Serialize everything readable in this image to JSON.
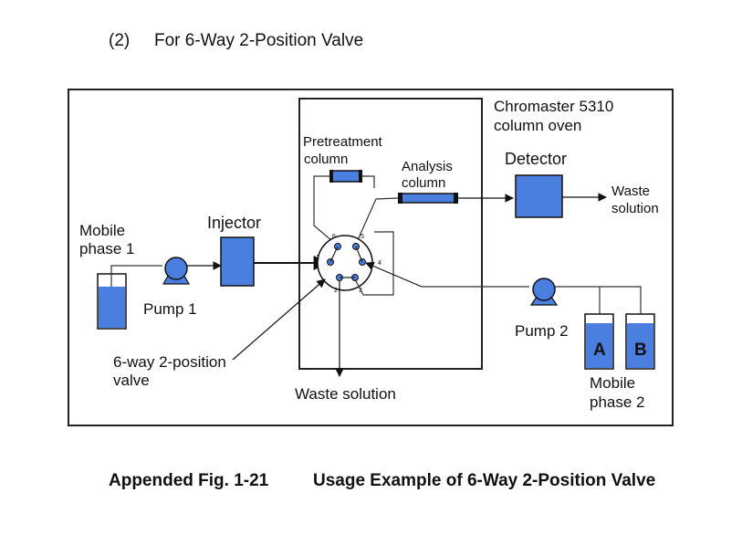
{
  "heading": {
    "number": "(2)",
    "title": "For 6-Way 2-Position Valve"
  },
  "labels": {
    "oven": [
      "Chromaster 5310",
      "column oven"
    ],
    "pretreatment": [
      "Pretreatment",
      "column"
    ],
    "analysis": [
      "Analysis",
      "column"
    ],
    "detector": "Detector",
    "waste_right": [
      "Waste",
      "solution"
    ],
    "mobile1": [
      "Mobile",
      "phase 1"
    ],
    "injector": "Injector",
    "pump1": "Pump 1",
    "pump2": "Pump 2",
    "valve": [
      "6-way 2-position",
      "valve"
    ],
    "waste_bottom": "Waste solution",
    "mobile2": [
      "Mobile",
      "phase 2"
    ],
    "bottle_a": "A",
    "bottle_b": "B",
    "ports": [
      "1",
      "2",
      "3",
      "4",
      "5",
      "6"
    ]
  },
  "colors": {
    "component_fill": "#4a7fe0",
    "outline": "#1a1a1a"
  },
  "caption": {
    "figure": "Appended Fig. 1-21",
    "text": "Usage Example of 6-Way 2-Position Valve"
  }
}
